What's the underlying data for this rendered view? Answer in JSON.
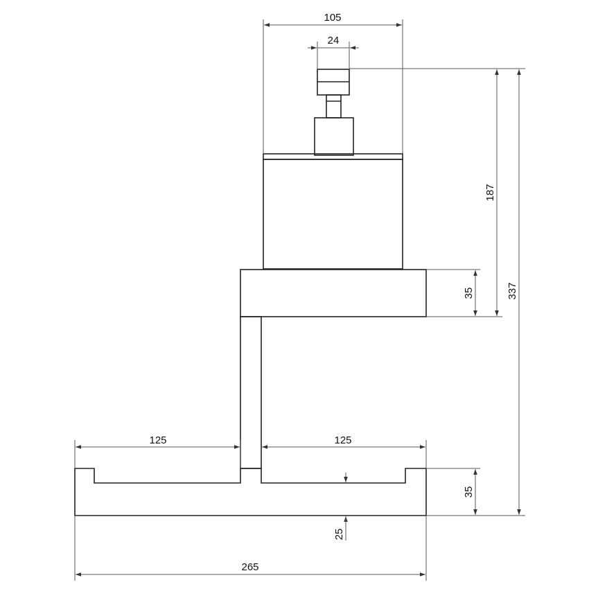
{
  "drawing": {
    "colors": {
      "outline": "#222222",
      "dimension_line": "#555555",
      "text": "#111111"
    },
    "dimensions": {
      "top_width": "105",
      "knob_width": "24",
      "right_inner_height": "187",
      "right_outer_height": "337",
      "block_height": "35",
      "base_left_width": "125",
      "base_right_width": "125",
      "base_height": "35",
      "base_lip": "25",
      "base_total_width": "265"
    }
  }
}
